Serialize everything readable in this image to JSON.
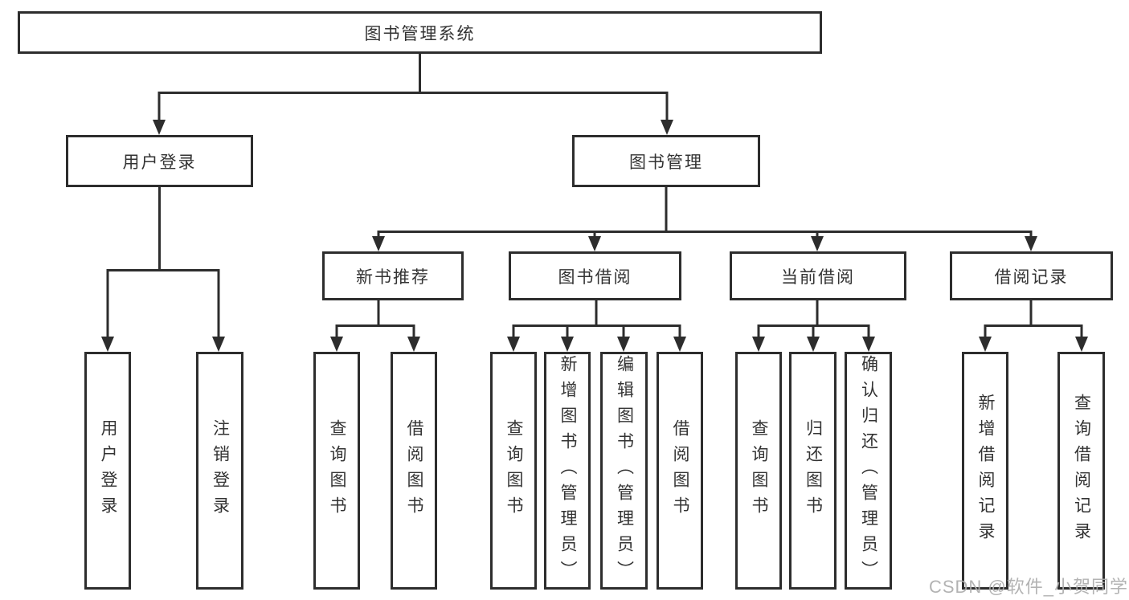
{
  "tree": {
    "root": {
      "label": "图书管理系统",
      "children": [
        {
          "label": "用户登录",
          "children": [
            {
              "label": "用户登录"
            },
            {
              "label": "注销登录"
            }
          ]
        },
        {
          "label": "图书管理",
          "children": [
            {
              "label": "新书推荐",
              "children": [
                {
                  "label": "查询图书"
                },
                {
                  "label": "借阅图书"
                }
              ]
            },
            {
              "label": "图书借阅",
              "children": [
                {
                  "label": "查询图书"
                },
                {
                  "label": "新增图书（管理员）"
                },
                {
                  "label": "编辑图书（管理员）"
                },
                {
                  "label": "借阅图书"
                }
              ]
            },
            {
              "label": "当前借阅",
              "children": [
                {
                  "label": "查询图书"
                },
                {
                  "label": "归还图书"
                },
                {
                  "label": "确认归还（管理员）"
                }
              ]
            },
            {
              "label": "借阅记录",
              "children": [
                {
                  "label": "新增借阅记录"
                },
                {
                  "label": "查询借阅记录"
                }
              ]
            }
          ]
        }
      ]
    }
  },
  "watermark": {
    "text": "CSDN @软件_小贺同学"
  },
  "colors": {
    "line": "#2d2d2d",
    "box_border": "#2d2d2d",
    "text": "#333333",
    "background": "#ffffff",
    "watermark": "#acacac"
  }
}
